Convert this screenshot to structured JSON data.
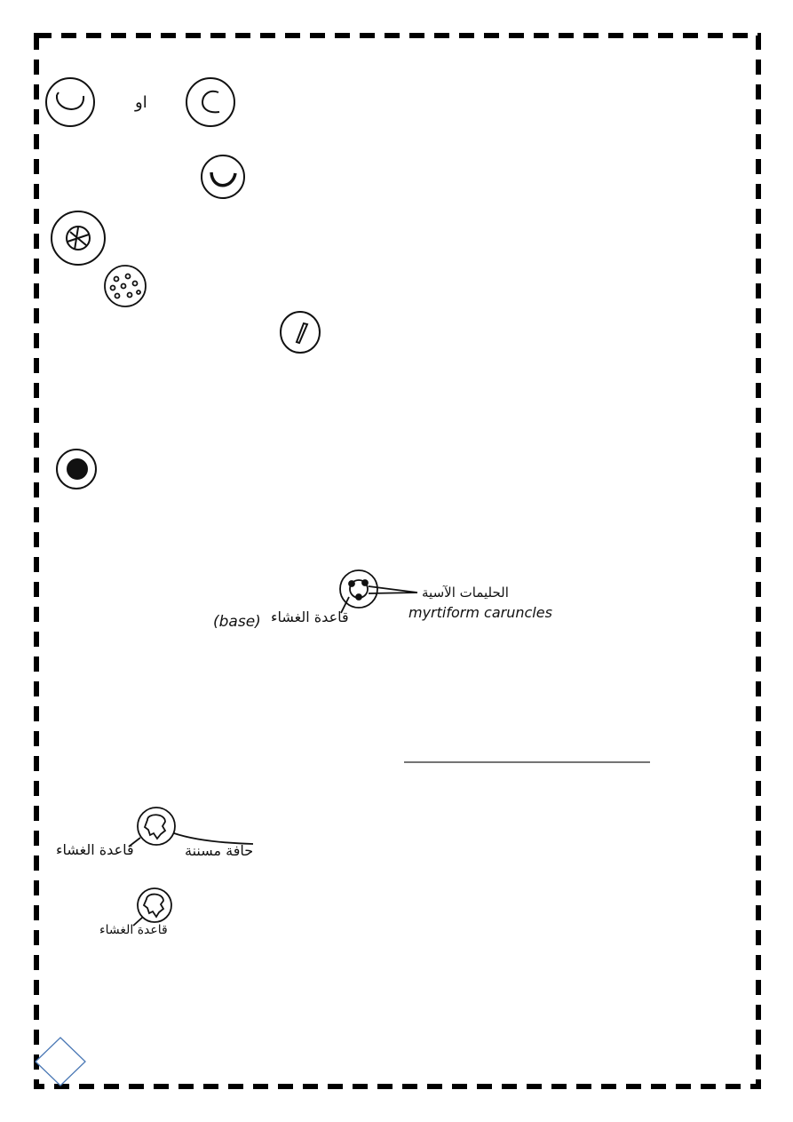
{
  "labels": {
    "or_word": "او",
    "base_en": "(base)",
    "base_ar": "قاعدة الغشاء",
    "caruncles_ar": "الحليمات الآسية",
    "caruncles_en": "myrtiform caruncles",
    "serrated_edge_ar": "حافة مسننة",
    "hymen_base_ar_1": "قاعدة الغشاء",
    "hymen_base_ar_2": "قاعدة الغشاء"
  },
  "colors": {
    "ink": "#111111",
    "border": "#000000",
    "page_corner": "#4a78b5"
  }
}
